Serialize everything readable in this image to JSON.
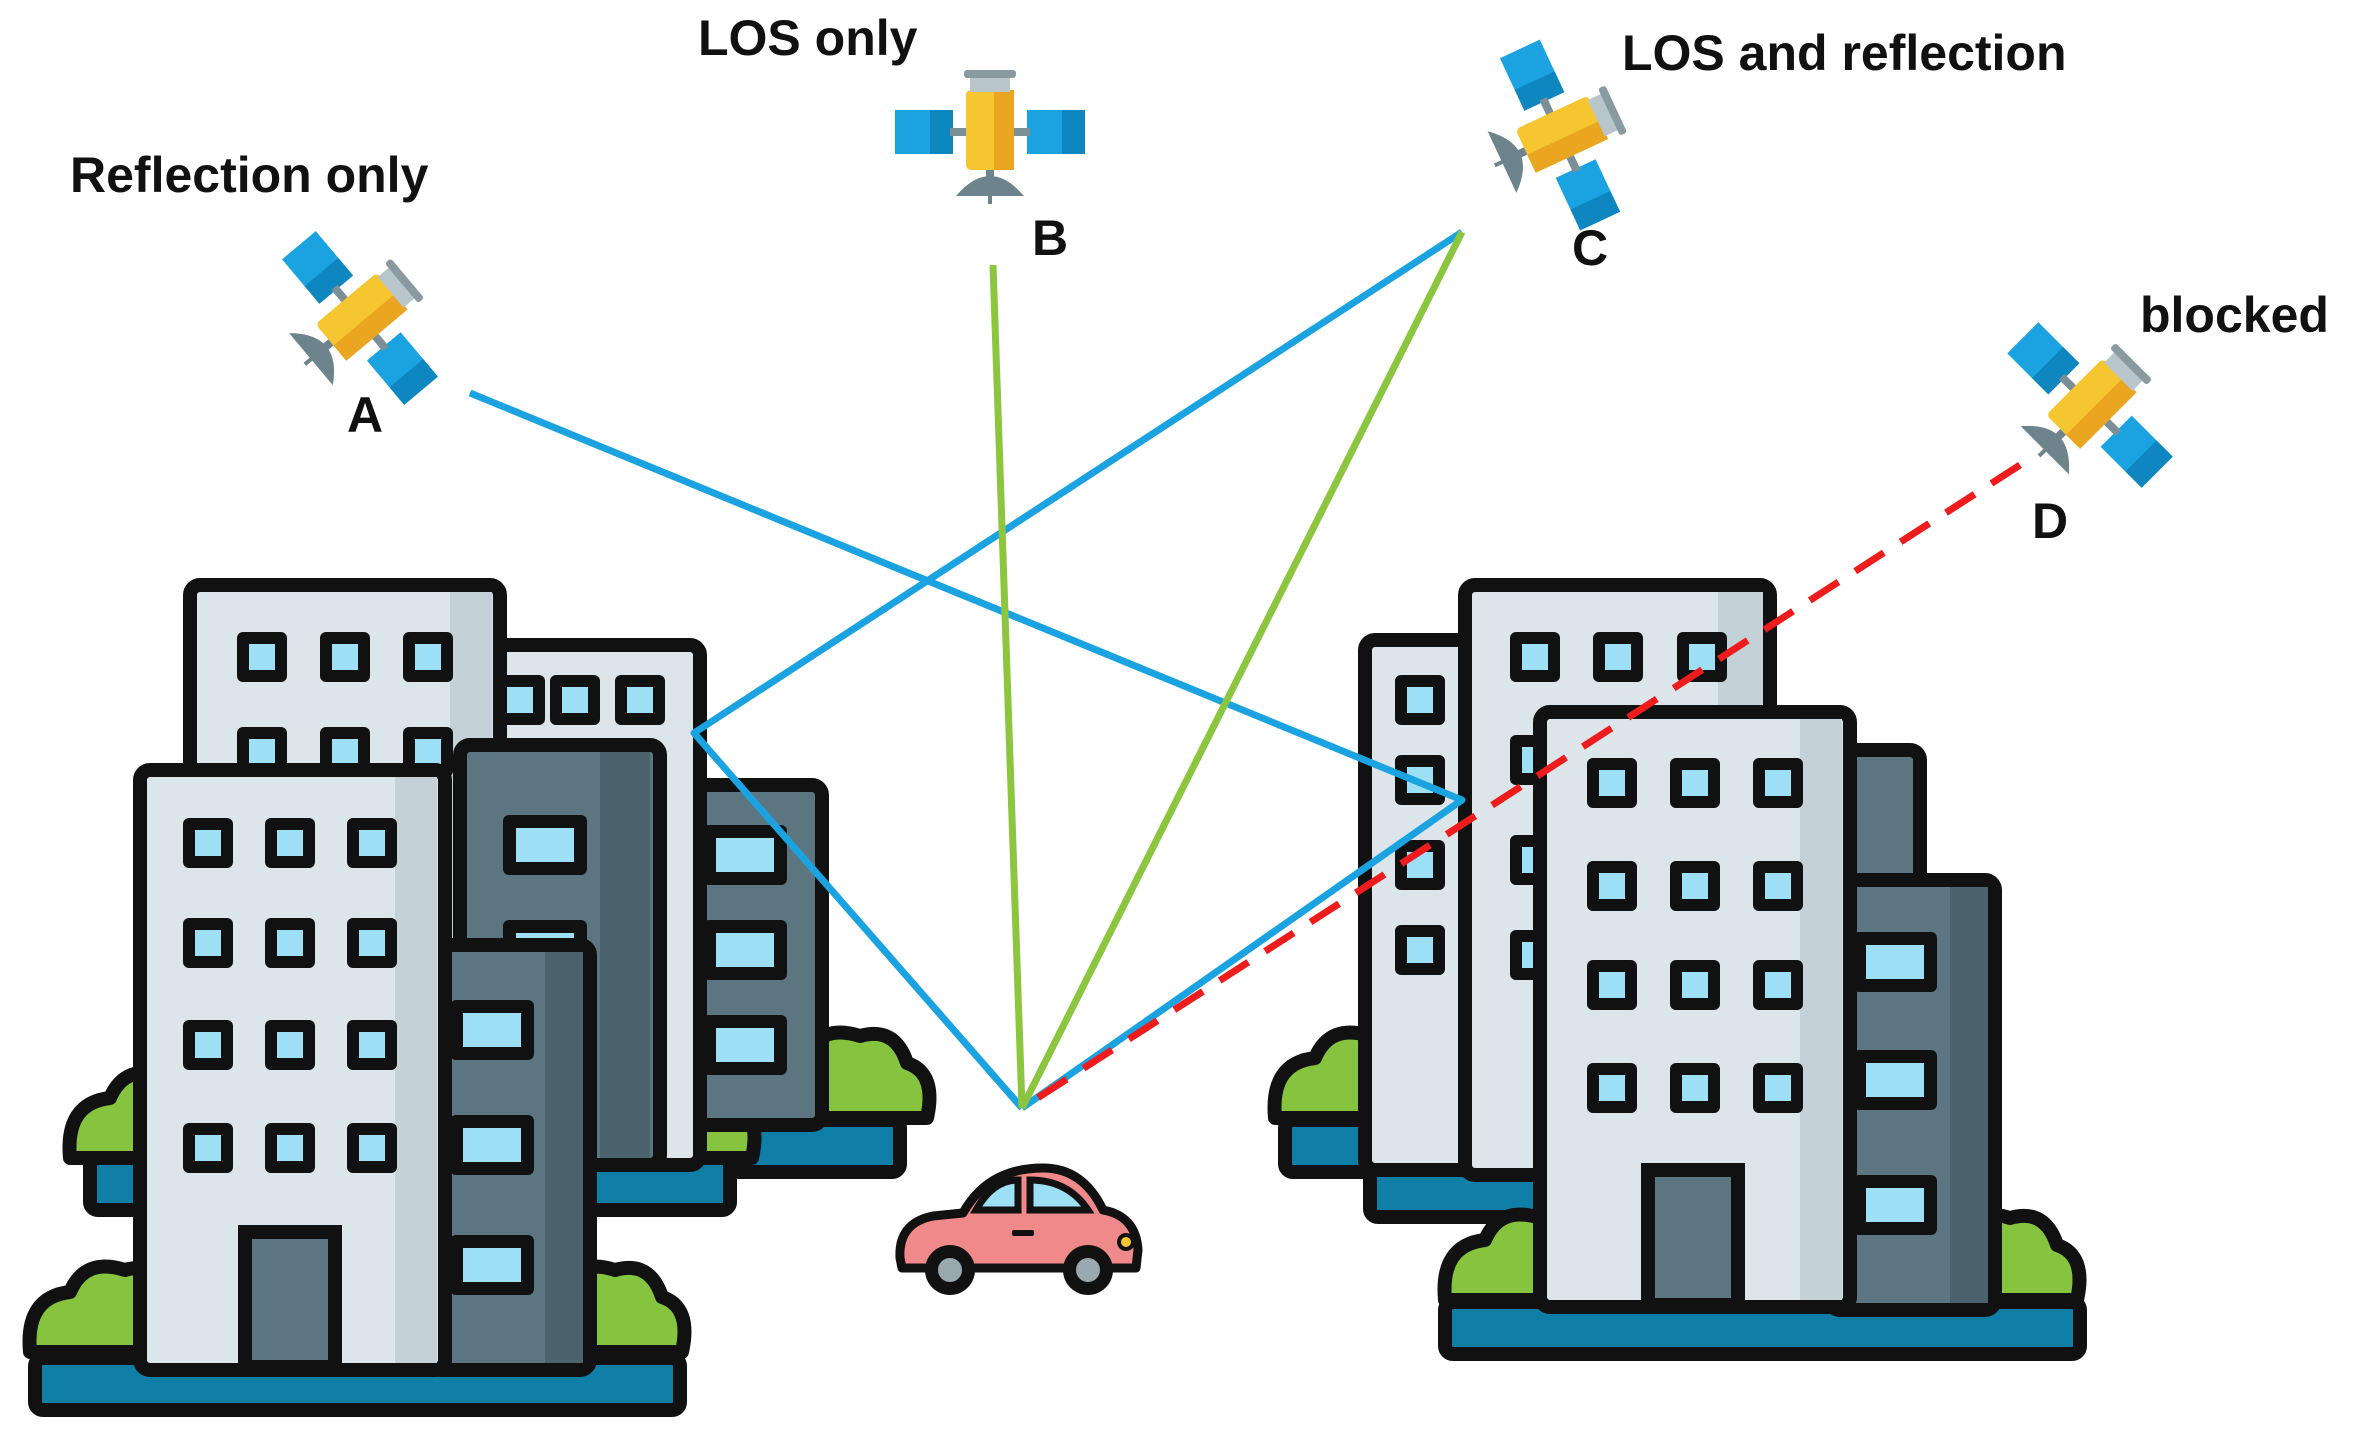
{
  "satellites": [
    {
      "id": "A",
      "letter": "A",
      "caption": "Reflection only"
    },
    {
      "id": "B",
      "letter": "B",
      "caption": "LOS only"
    },
    {
      "id": "C",
      "letter": "C",
      "caption": "LOS and reflection"
    },
    {
      "id": "D",
      "letter": "D",
      "caption": "blocked"
    }
  ],
  "colors": {
    "reflection": "#1aa3e0",
    "los": "#8cc63f",
    "blocked": "#ee1c1c",
    "outline": "#111111",
    "building_light": "#dbe5ea",
    "building_dark": "#5b7680",
    "window": "#9de0f5",
    "base": "#0f7fa8",
    "bush": "#86c440",
    "panel": "#1aa3e0",
    "sat_body": "#f6c630",
    "car": "#f08a8a"
  },
  "icons": [
    "satellite-icon",
    "building-icon",
    "car-icon",
    "bush-icon"
  ]
}
